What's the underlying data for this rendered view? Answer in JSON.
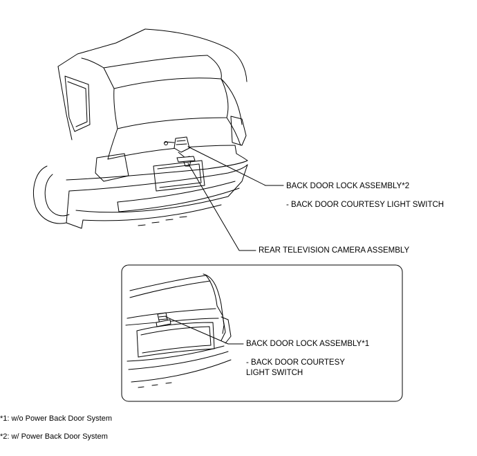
{
  "callouts": {
    "lock2": {
      "title": "BACK DOOR LOCK ASSEMBLY*2",
      "sub": "- BACK DOOR COURTESY LIGHT SWITCH"
    },
    "camera": {
      "title": "REAR TELEVISION CAMERA ASSEMBLY"
    },
    "lock1": {
      "title": "BACK DOOR LOCK ASSEMBLY*1",
      "sub_line1": "- BACK DOOR COURTESY",
      "sub_line2": "LIGHT SWITCH"
    }
  },
  "notes": [
    "*1: w/o Power Back Door System",
    "*2: w/ Power Back Door System"
  ]
}
